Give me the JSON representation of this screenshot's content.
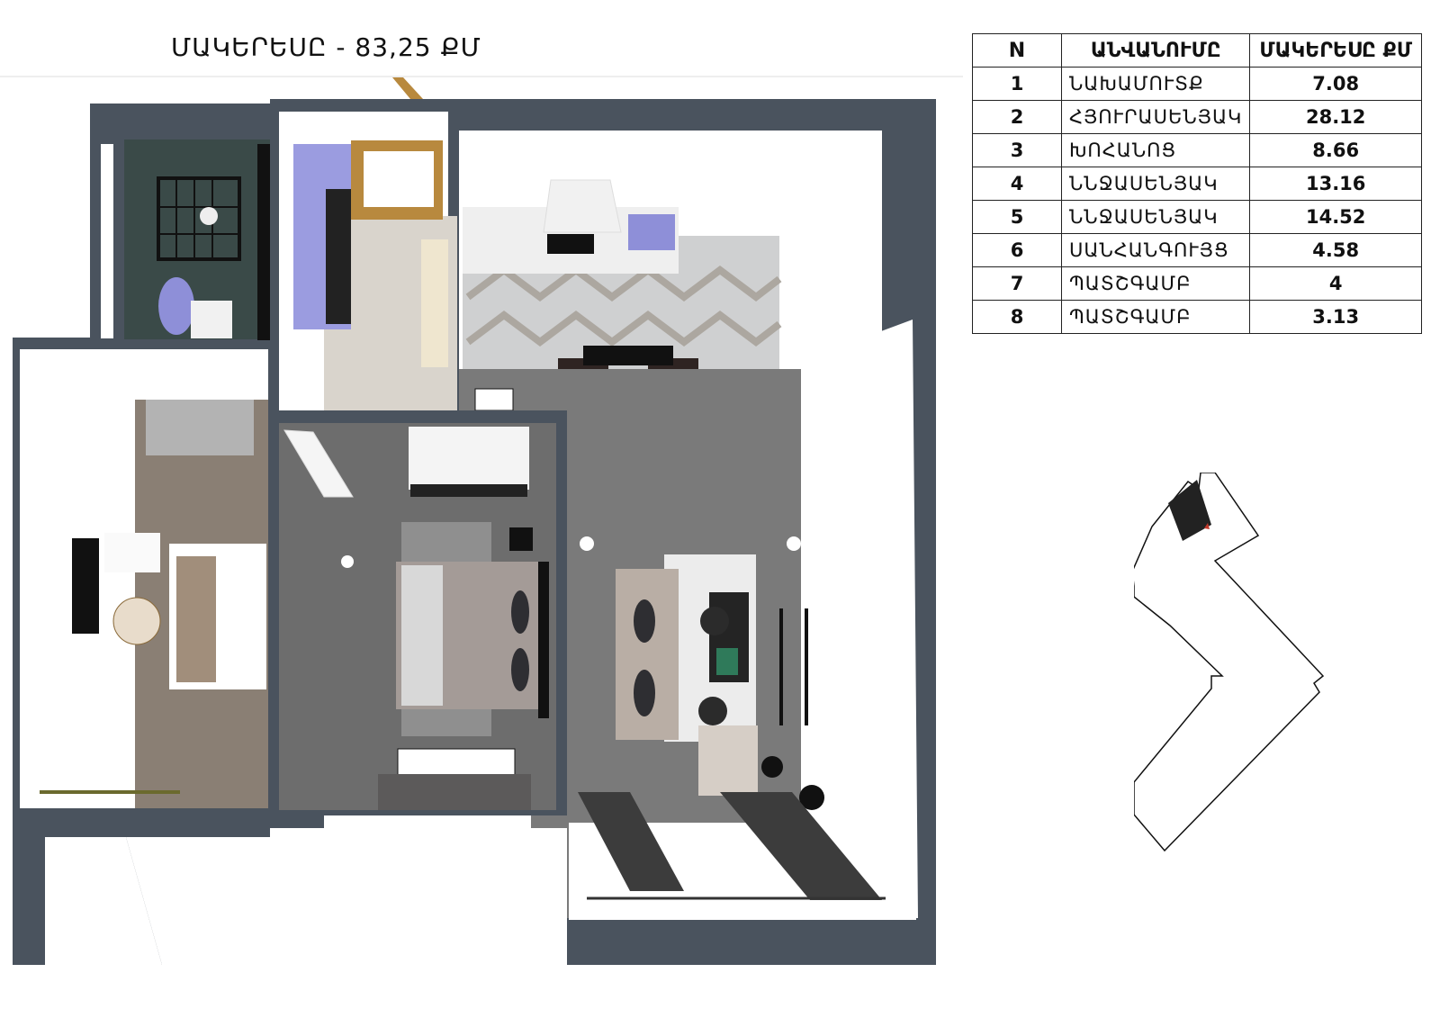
{
  "title": "ՄԱԿԵՐԵՍԸ - 83,25 ՔՄ",
  "table": {
    "headers": [
      "N",
      "ԱՆՎԱՆՈՒՄԸ",
      "ՄԱԿԵՐԵՍԸ ՔՄ"
    ],
    "rows": [
      {
        "n": "1",
        "name": "ՆԱԽԱՄՈՒՏՔ",
        "area": "7.08"
      },
      {
        "n": "2",
        "name": "ՀՅՈՒՐԱՍԵՆՅԱԿ",
        "area": "28.12"
      },
      {
        "n": "3",
        "name": "ԽՈՀԱՆՈՑ",
        "area": "8.66"
      },
      {
        "n": "4",
        "name": "ՆՆՋԱՍԵՆՅԱԿ",
        "area": "13.16"
      },
      {
        "n": "5",
        "name": "ՆՆՋԱՍԵՆՅԱԿ",
        "area": "14.52"
      },
      {
        "n": "6",
        "name": "ՍԱՆՀԱՆԳՈՒՅՑ",
        "area": "4.58"
      },
      {
        "n": "7",
        "name": "ՊԱՏՇԳԱՄԲ",
        "area": "4"
      },
      {
        "n": "8",
        "name": "ՊԱՏՇԳԱՄԲ",
        "area": "3.13"
      }
    ]
  },
  "colors": {
    "wall": "#4a535e",
    "floor_gray": "#7a7a7a",
    "floor_bedroom": "#6d6d6d",
    "floor_wood": "#8a7f74",
    "terrazzo": "#d9d4cc",
    "marble": "#3a4a48",
    "wardrobe": "#9b9ce0",
    "door_wood": "#b8893e",
    "highlight": "#222222"
  }
}
